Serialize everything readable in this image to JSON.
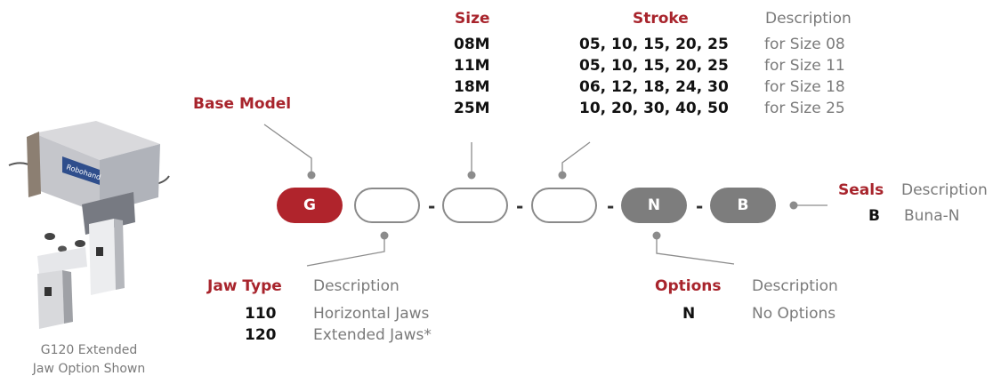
{
  "base_model": {
    "title": "Base Model"
  },
  "size": {
    "title": "Size",
    "values": [
      "08M",
      "11M",
      "18M",
      "25M"
    ]
  },
  "stroke": {
    "title": "Stroke",
    "description_header": "Description",
    "rows": [
      {
        "values": "05, 10, 15, 20, 25",
        "description": "for Size 08"
      },
      {
        "values": "05, 10, 15, 20, 25",
        "description": "for Size 11"
      },
      {
        "values": "06, 12, 18, 24, 30",
        "description": "for Size 18"
      },
      {
        "values": "10, 20, 30, 40, 50",
        "description": "for Size 25"
      }
    ]
  },
  "code": {
    "g": "G",
    "n": "N",
    "b": "B",
    "dash": "-"
  },
  "seals": {
    "title": "Seals",
    "description_header": "Description",
    "code": "B",
    "description": "Buna-N"
  },
  "jaw_type": {
    "title": "Jaw Type",
    "description_header": "Description",
    "rows": [
      {
        "code": "110",
        "description": "Horizontal Jaws"
      },
      {
        "code": "120",
        "description": "Extended Jaws*"
      }
    ]
  },
  "options": {
    "title": "Options",
    "description_header": "Description",
    "code": "N",
    "description": "No Options"
  },
  "product": {
    "caption_line1": "G120 Extended",
    "caption_line2": "Jaw Option Shown",
    "logo_text": "Robohand"
  },
  "colors": {
    "accent_red": "#a8242c",
    "grey": "#7d7d7d",
    "text_grey": "#7a7a7a"
  }
}
